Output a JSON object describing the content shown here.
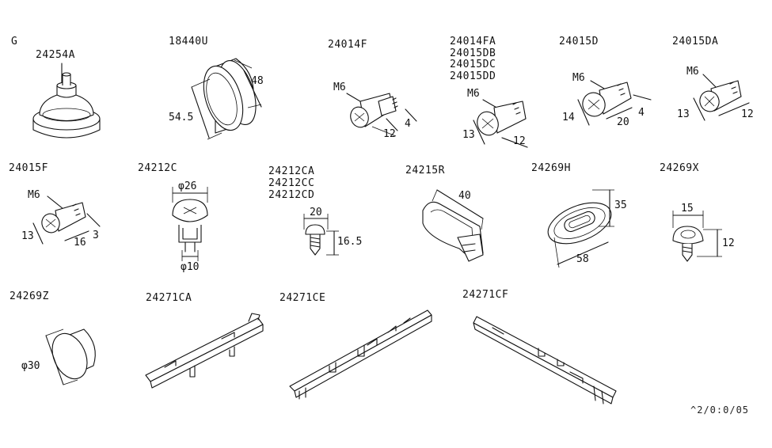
{
  "diagram": {
    "section": "G",
    "parts": [
      {
        "number": "24254A"
      },
      {
        "number": "18440U",
        "dims": [
          "48",
          "54.5"
        ]
      },
      {
        "number": "24014F",
        "dims": [
          "M6",
          "4",
          "12"
        ]
      },
      {
        "number": "24014FA\n24015DB\n24015DC\n24015DD",
        "dims": [
          "M6",
          "13",
          "12"
        ]
      },
      {
        "number": "24015D",
        "dims": [
          "M6",
          "14",
          "20",
          "4"
        ]
      },
      {
        "number": "24015DA",
        "dims": [
          "M6",
          "13",
          "12"
        ]
      },
      {
        "number": "24015F",
        "dims": [
          "M6",
          "13",
          "16",
          "3"
        ]
      },
      {
        "number": "24212C",
        "dims": [
          "φ26",
          "φ10"
        ]
      },
      {
        "number": "24212CA\n24212CC\n24212CD",
        "dims": [
          "20",
          "16.5"
        ]
      },
      {
        "number": "24215R",
        "dims": [
          "40"
        ]
      },
      {
        "number": "24269H",
        "dims": [
          "35",
          "58"
        ]
      },
      {
        "number": "24269X",
        "dims": [
          "15",
          "12"
        ]
      },
      {
        "number": "24269Z",
        "dims": [
          "φ30"
        ]
      },
      {
        "number": "24271CA"
      },
      {
        "number": "24271CE"
      },
      {
        "number": "24271CF"
      }
    ],
    "reference": "^2/0:0/05"
  }
}
